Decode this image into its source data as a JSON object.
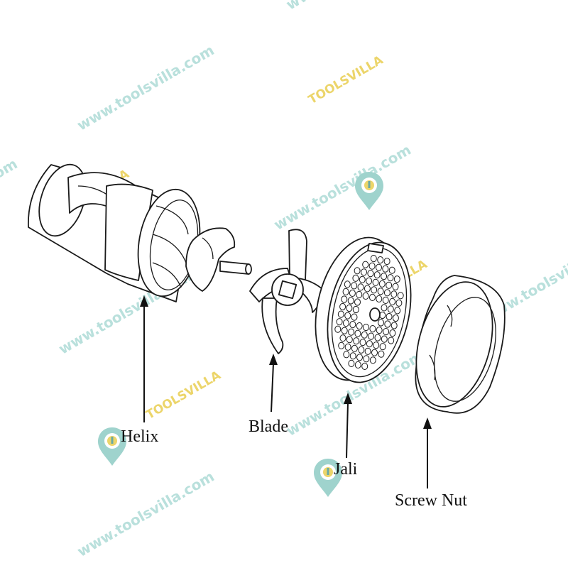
{
  "watermark": {
    "site": "www.toolsvilla.com",
    "brand": "TOOLSVILLA",
    "colors": {
      "text": "#b9e0dc",
      "brand": "#ecd56a",
      "pin": "#9fd3cd"
    }
  },
  "parts": [
    {
      "id": "helix",
      "label": "Helix"
    },
    {
      "id": "blade",
      "label": "Blade"
    },
    {
      "id": "jali",
      "label": "Jali"
    },
    {
      "id": "screw_nut",
      "label": "Screw Nut"
    }
  ]
}
